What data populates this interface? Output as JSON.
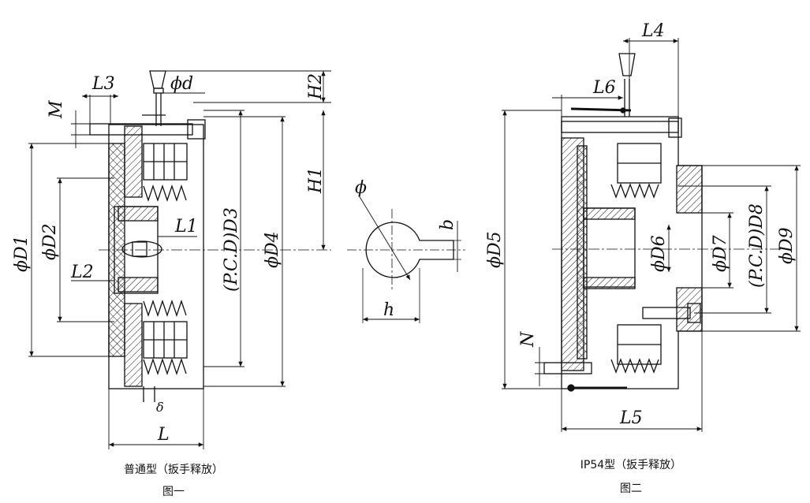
{
  "figure1": {
    "caption_line1": "普通型（扳手释放）",
    "caption_line2": "图一",
    "labels": {
      "L3": "L3",
      "phi_d": "ϕd",
      "H2": "H2",
      "M": "M",
      "H1": "H1",
      "L1": "L1",
      "phiD1": "ϕD1",
      "phiD2": "ϕD2",
      "L2": "L2",
      "D3": "(P.C.D)D3",
      "phiD4": "ϕD4",
      "delta": "δ",
      "L": "L"
    }
  },
  "keyway": {
    "labels": {
      "phi": "ϕ",
      "b": "b",
      "h": "h"
    }
  },
  "figure2": {
    "caption_line1": "IP54型（扳手释放）",
    "caption_line2": "图二",
    "labels": {
      "L4": "L4",
      "L6": "L6",
      "phiD5": "ϕD5",
      "phiD6": "ϕD6",
      "phiD7": "ϕD7",
      "D8": "(P.C.D)D8",
      "phiD9": "ϕD9",
      "N": "N",
      "L5": "L5"
    }
  }
}
